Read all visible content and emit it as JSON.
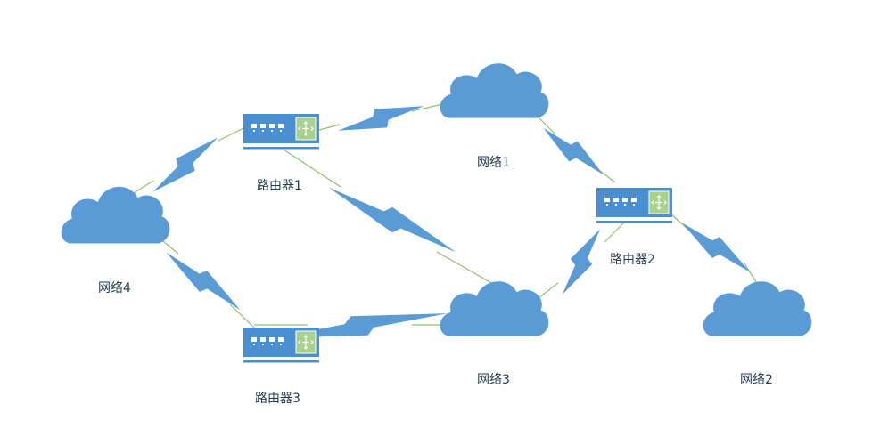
{
  "colors": {
    "cloud": "#5b9bd5",
    "router_body": "#4a8fd0",
    "router_panel": "#a9d18e",
    "link": "#8fc26b",
    "bolt": "#5b9bd5",
    "label": "#1f3b57"
  },
  "nodes": {
    "network1": {
      "label": "网络1",
      "icon": "cloud-icon"
    },
    "network2": {
      "label": "网络2",
      "icon": "cloud-icon"
    },
    "network3": {
      "label": "网络3",
      "icon": "cloud-icon"
    },
    "network4": {
      "label": "网络4",
      "icon": "cloud-icon"
    },
    "router1": {
      "label": "路由器1",
      "icon": "router-icon"
    },
    "router2": {
      "label": "路由器2",
      "icon": "router-icon"
    },
    "router3": {
      "label": "路由器3",
      "icon": "router-icon"
    }
  },
  "links": [
    {
      "from": "router1",
      "to": "network1",
      "style": "lightning"
    },
    {
      "from": "network4",
      "to": "router1",
      "style": "lightning"
    },
    {
      "from": "router1",
      "to": "network3",
      "style": "lightning"
    },
    {
      "from": "network1",
      "to": "router2",
      "style": "lightning"
    },
    {
      "from": "router2",
      "to": "network2",
      "style": "lightning"
    },
    {
      "from": "network3",
      "to": "router2",
      "style": "lightning"
    },
    {
      "from": "network4",
      "to": "router3",
      "style": "lightning"
    },
    {
      "from": "router3",
      "to": "network3",
      "style": "lightning"
    }
  ]
}
